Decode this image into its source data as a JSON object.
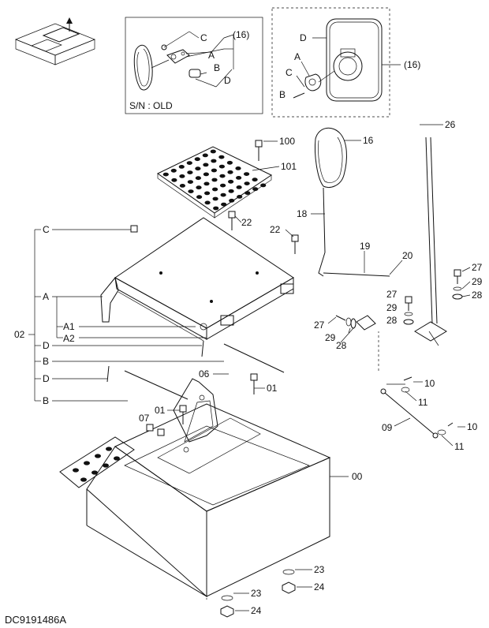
{
  "diagram": {
    "figure_code": "DC9191486A",
    "inset_old_caption": "S/N : OLD",
    "inset_old_labels": {
      "a": "A",
      "b": "B",
      "c": "C",
      "d": "D",
      "ref": "(16)"
    },
    "inset_mirror_labels": {
      "a": "A",
      "b": "B",
      "c": "C",
      "d": "D",
      "ref": "(16)"
    },
    "bracket": {
      "group_number": "02",
      "letters": [
        "C",
        "A",
        "A1",
        "A2",
        "D",
        "B",
        "D",
        "B"
      ]
    },
    "part_numbers": {
      "p100": "100",
      "p101": "101",
      "p16": "16",
      "p26": "26",
      "p18": "18",
      "p22a": "22",
      "p22b": "22",
      "p19": "19",
      "p20": "20",
      "p27a": "27",
      "p29a": "29",
      "p28a": "28",
      "p27b": "27",
      "p29b": "29",
      "p28b": "28",
      "p27c": "27",
      "p29c": "29",
      "p28c": "28",
      "p10a": "10",
      "p11a": "11",
      "p09": "09",
      "p10b": "10",
      "p11b": "11",
      "p06": "06",
      "p01a": "01",
      "p01b": "01",
      "p07": "07",
      "p00": "00",
      "p23a": "23",
      "p24a": "24",
      "p23b": "23",
      "p24b": "24"
    }
  }
}
